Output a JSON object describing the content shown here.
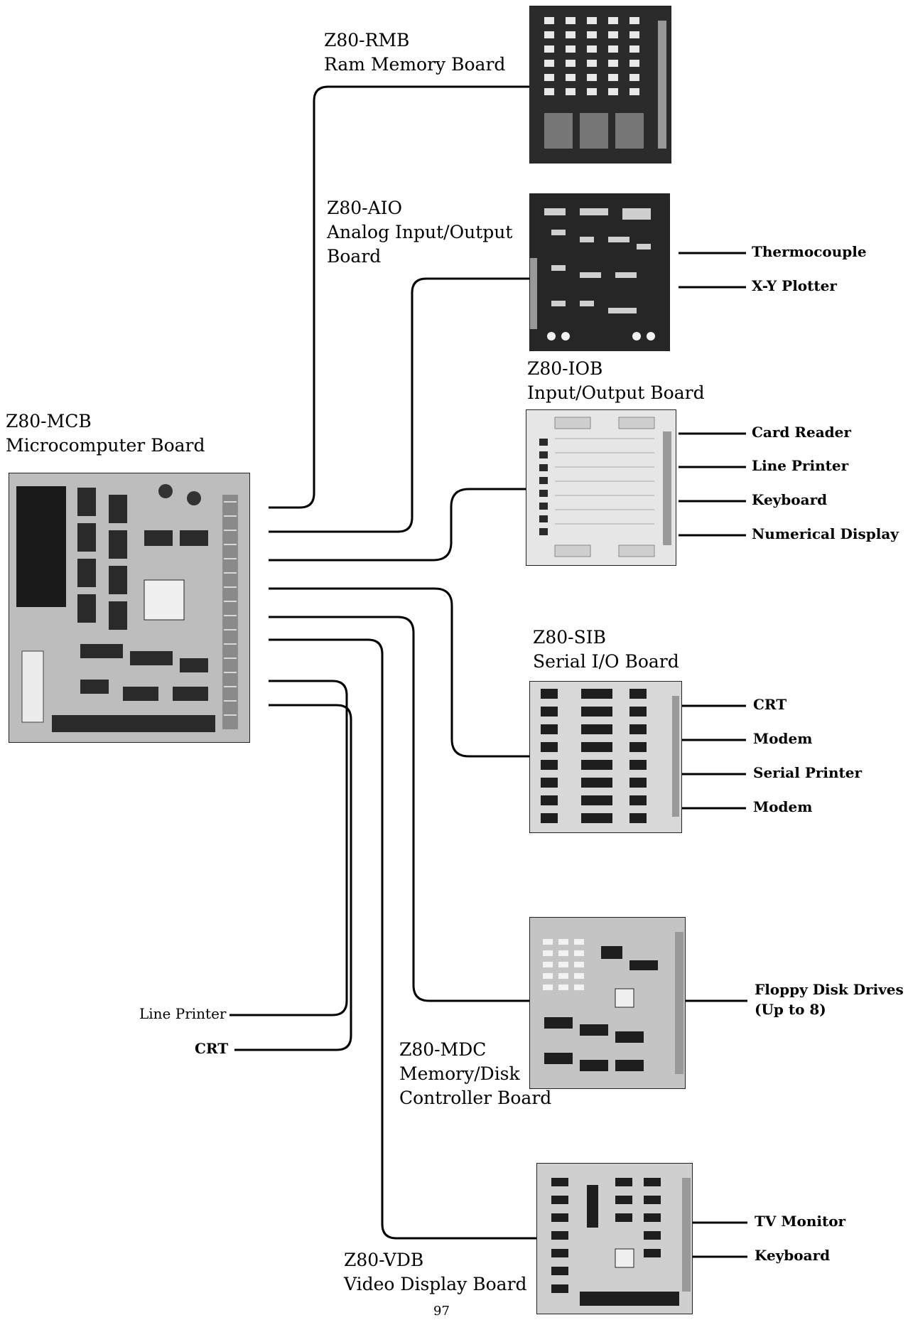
{
  "boards": {
    "mcb": {
      "code": "Z80-MCB",
      "desc": "Microcomputer Board"
    },
    "rmb": {
      "code": "Z80-RMB",
      "desc": "Ram Memory Board"
    },
    "aio": {
      "code": "Z80-AIO",
      "desc1": "Analog Input/Output",
      "desc2": "Board"
    },
    "iob": {
      "code": "Z80-IOB",
      "desc": "Input/Output Board"
    },
    "sib": {
      "code": "Z80-SIB",
      "desc": "Serial I/O Board"
    },
    "mdc": {
      "code": "Z80-MDC",
      "desc1": "Memory/Disk",
      "desc2": "Controller Board"
    },
    "vdb": {
      "code": "Z80-VDB",
      "desc": "Video Display Board"
    }
  },
  "connections": {
    "aio": [
      "Thermocouple",
      "X-Y Plotter"
    ],
    "iob": [
      "Card Reader",
      "Line Printer",
      "Keyboard",
      "Numerical Display"
    ],
    "sib": [
      "CRT",
      "Modem",
      "Serial Printer",
      "Modem"
    ],
    "mdc": [
      "Floppy Disk Drives",
      "(Up to 8)"
    ],
    "vdb": [
      "TV Monitor",
      "Keyboard"
    ],
    "mcb": [
      "Line Printer",
      "CRT"
    ]
  },
  "page_number": "97",
  "colors": {
    "line": "#000000",
    "board_light": "#e8e8e8",
    "board_dark": "#1a1a1a",
    "board_mid": "#8a8a8a"
  }
}
